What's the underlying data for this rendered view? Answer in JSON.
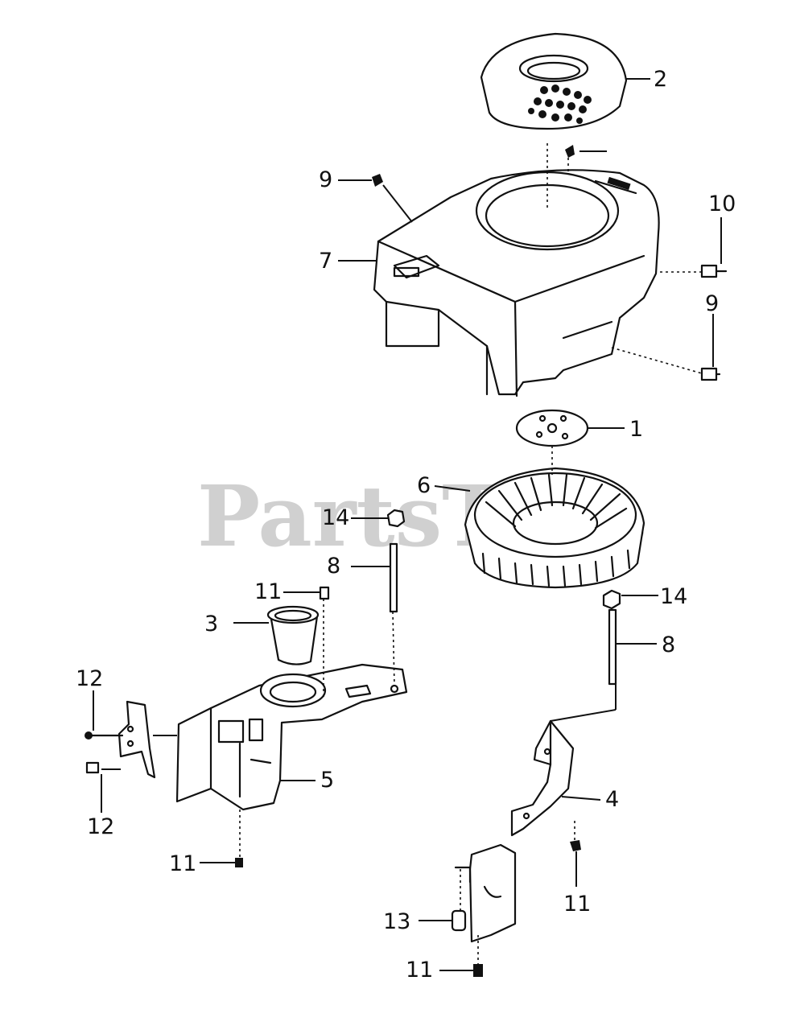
{
  "diagram": {
    "watermark": "PartsTree",
    "callouts": {
      "c1": "1",
      "c2": "2",
      "c3": "3",
      "c4": "4",
      "c5": "5",
      "c6": "6",
      "c7": "7",
      "c8a": "8",
      "c8b": "8",
      "c9a": "9",
      "c9b": "9",
      "c10": "10",
      "c11a": "11",
      "c11b": "11",
      "c11c": "11",
      "c11d": "11",
      "c12a": "12",
      "c12b": "12",
      "c13": "13",
      "c14a": "14",
      "c14b": "14"
    }
  }
}
